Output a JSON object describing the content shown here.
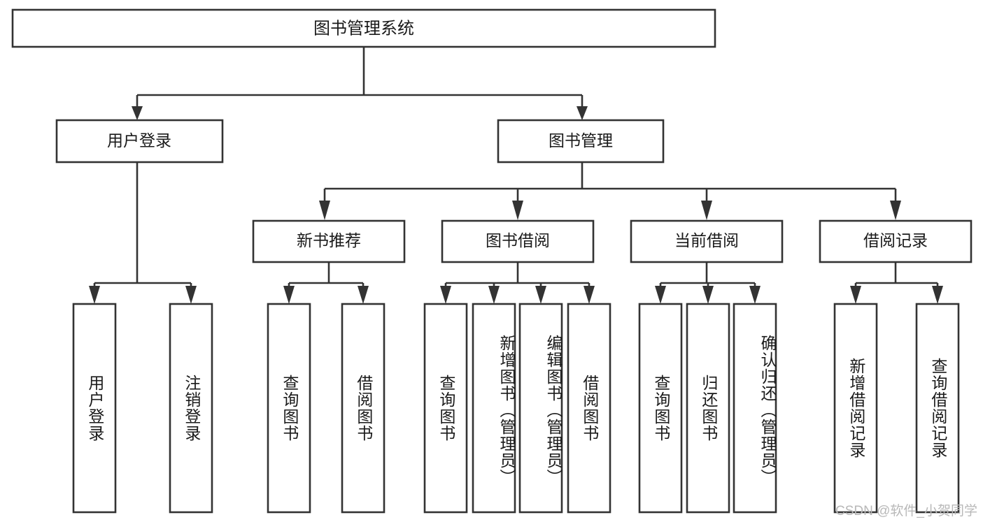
{
  "diagram": {
    "type": "hierarchy-tree",
    "title": "图书管理系统",
    "watermark": "CSDN @软件_小贺同学",
    "colors": {
      "stroke": "#333333",
      "fill": "#ffffff",
      "text": "#1a1a1a",
      "watermark": "#b8b8b8",
      "background": "#ffffff"
    },
    "root": {
      "label": "图书管理系统",
      "level": 1
    },
    "level2": [
      {
        "label": "用户登录"
      },
      {
        "label": "图书管理"
      }
    ],
    "level3": [
      {
        "label": "新书推荐",
        "parent": "图书管理"
      },
      {
        "label": "图书借阅",
        "parent": "图书管理"
      },
      {
        "label": "当前借阅",
        "parent": "图书管理"
      },
      {
        "label": "借阅记录",
        "parent": "图书管理"
      }
    ],
    "leaves": {
      "user_login": [
        {
          "label": "用户登录"
        },
        {
          "label": "注销登录"
        }
      ],
      "new_book_recommend": [
        {
          "label": "查询图书"
        },
        {
          "label": "借阅图书"
        }
      ],
      "book_borrow": [
        {
          "label": "查询图书"
        },
        {
          "label": "新增图书（管理员）"
        },
        {
          "label": "编辑图书（管理员）"
        },
        {
          "label": "借阅图书"
        }
      ],
      "current_borrow": [
        {
          "label": "查询图书"
        },
        {
          "label": "归还图书"
        },
        {
          "label": "确认归还（管理员）"
        }
      ],
      "borrow_record": [
        {
          "label": "新增借阅记录"
        },
        {
          "label": "查询借阅记录"
        }
      ]
    }
  }
}
